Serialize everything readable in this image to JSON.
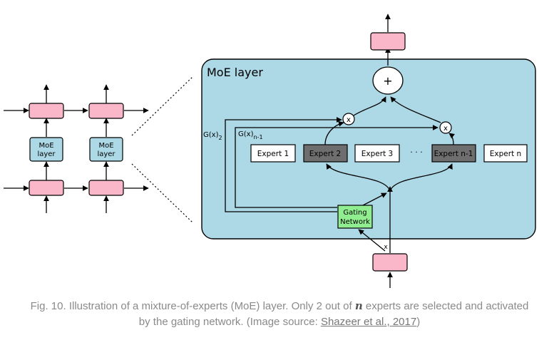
{
  "diagram": {
    "moe_layer_title": "MoE layer",
    "left_box_label_line1": "MoE",
    "left_box_label_line2": "layer",
    "plus_symbol": "+",
    "times_symbol": "x",
    "gate_label_2_base": "G(x)",
    "gate_label_2_sub": "2",
    "gate_label_n1_base": "G(x)",
    "gate_label_n1_sub": "n-1",
    "experts": [
      "Expert 1",
      "Expert 2",
      "Expert 3",
      "Expert n-1",
      "Expert n"
    ],
    "ellipsis": "· · ·",
    "gating_line1": "Gating",
    "gating_line2": "Network",
    "colors": {
      "moe_bg": "#add8e6",
      "pink": "#f9b7c9",
      "gating": "#90ee90",
      "active_expert": "#6e6e6e"
    }
  },
  "caption": {
    "part1": "Fig. 10. Illustration of a mixture-of-experts (MoE) layer. Only 2 out of ",
    "var": "n",
    "part2": " experts are selected and activated by the gating network. (Image source: ",
    "link": "Shazeer et al., 2017",
    "part3": ")"
  }
}
